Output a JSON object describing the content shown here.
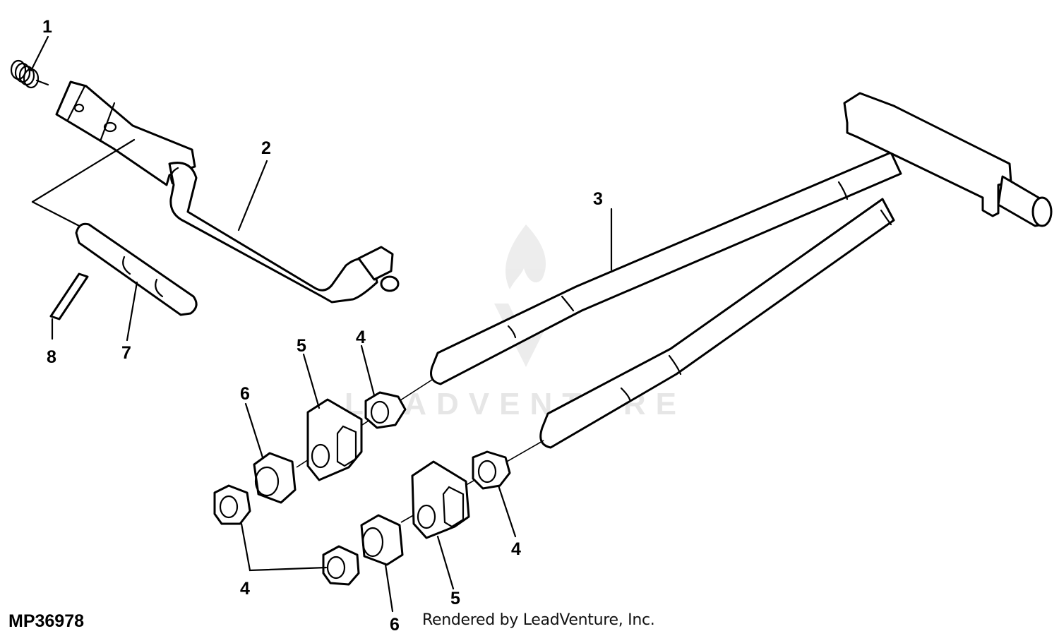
{
  "figure_id": "MP36978",
  "credit": "Rendered by LeadVenture, Inc.",
  "watermark": "LEADVENTURE",
  "callouts": {
    "c1": "1",
    "c2": "2",
    "c3": "3",
    "c4a": "4",
    "c4b": "4",
    "c4c": "4",
    "c5a": "5",
    "c5b": "5",
    "c6a": "6",
    "c6b": "6",
    "c7": "7",
    "c8": "8"
  }
}
